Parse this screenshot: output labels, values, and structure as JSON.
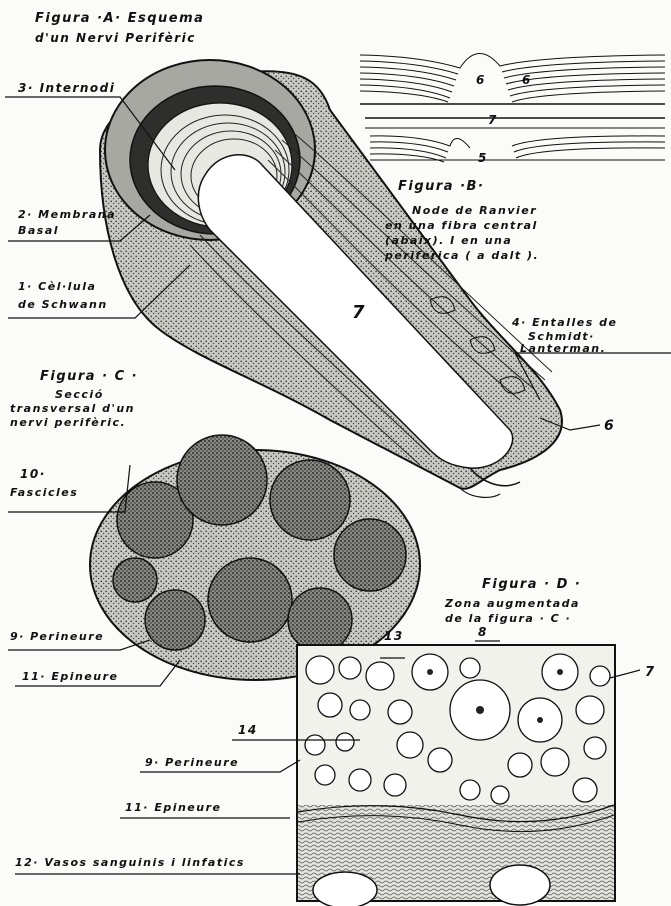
{
  "figure_a": {
    "title_line1": "Figura ·A· Esquema",
    "title_line2": "d'un Nervi Perifèric",
    "labels": {
      "internodi": "3· Internodi",
      "membrana_line1": "2· Membrana",
      "membrana_line2": "Basal",
      "schwann_line1": "1· Cèl·lula",
      "schwann_line2": "de Schwann",
      "number_7": "7",
      "entalles_line1": "4· Entalles de",
      "entalles_line2": "Schmidt·",
      "entalles_line3": "Lanterman.",
      "number_6": "6"
    }
  },
  "figure_b": {
    "title": "Figura ·B·",
    "caption_line1": "Node de Ranvier",
    "caption_line2": "en una fibra central",
    "caption_line3": "(abaix). I en una",
    "caption_line4": "periferica ( a dalt ).",
    "label_6a": "6",
    "label_6b": "6",
    "label_7": "7",
    "label_5": "5"
  },
  "figure_c": {
    "title": "Figura · C ·",
    "caption_line1": "Secció",
    "caption_line2": "transversal d'un",
    "caption_line3": "nervi perifèric.",
    "labels": {
      "fascicles_line1": "10·",
      "fascicles_line2": "Fascicles",
      "perineure": "9· Perineure",
      "epineure": "11· Epineure"
    }
  },
  "figure_d": {
    "title": "Figura · D ·",
    "caption_line1": "Zona augmentada",
    "caption_line2": "de la figura · C ·",
    "labels": {
      "n13": "13",
      "n8": "8",
      "n7": "7",
      "n14": "14",
      "perineure": "9· Perineure",
      "epineure": "11· Epineure",
      "vasos": "12· Vasos sanguinis i linfatics"
    }
  }
}
